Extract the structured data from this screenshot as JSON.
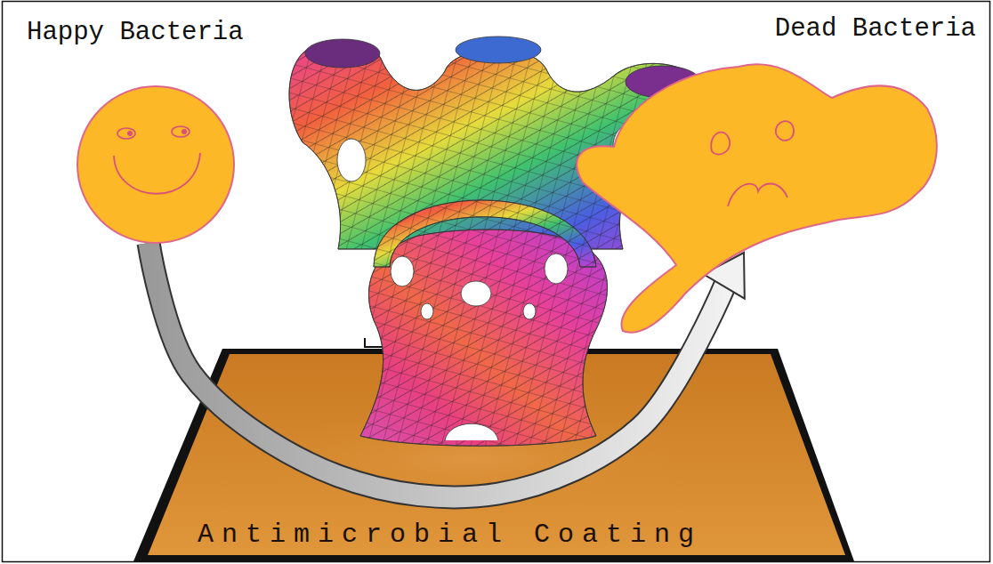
{
  "diagram": {
    "nodes": [
      {
        "text": [
          "Happy Bacteria"
        ]
      },
      {
        "text": [
          "Dead Bacteria"
        ]
      }
    ],
    "edges": [
      {
        "from": 0,
        "to": 1,
        "arrow": "to"
      }
    ],
    "labels": [
      "Antimicrobial Coating"
    ]
  }
}
